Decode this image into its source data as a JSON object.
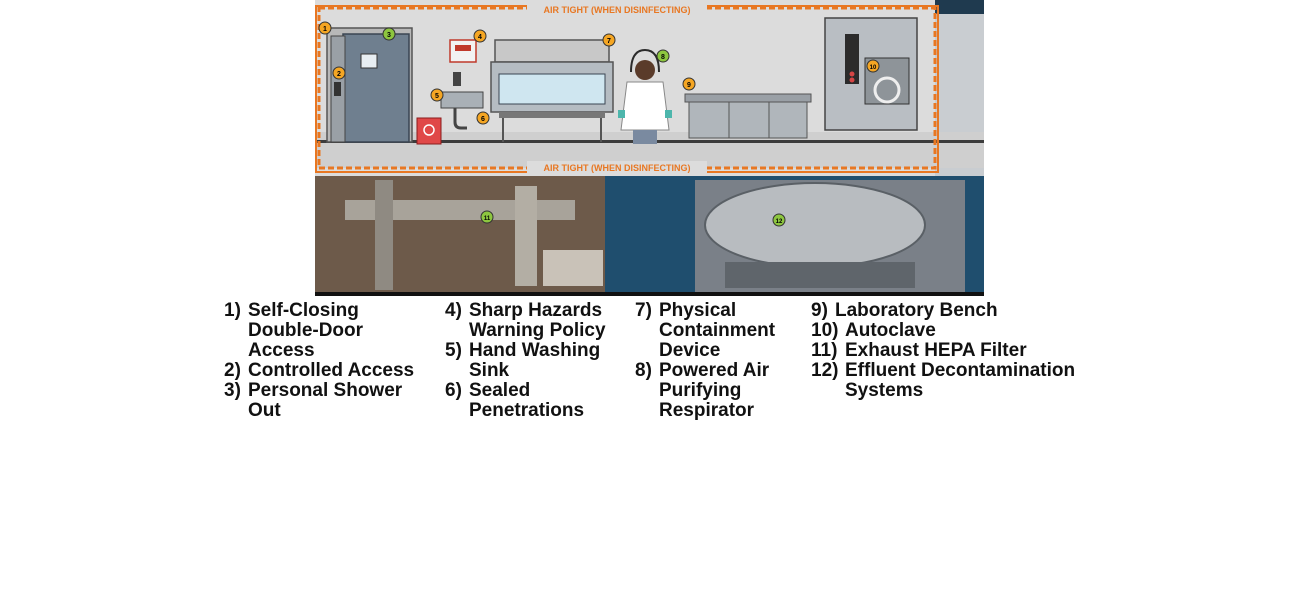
{
  "banner_top": "AIR TIGHT  (WHEN DISINFECTING)",
  "banner_bottom": "AIR TIGHT  (WHEN DISINFECTING)",
  "markers": [
    "1",
    "2",
    "3",
    "4",
    "5",
    "6",
    "7",
    "8",
    "9",
    "10",
    "11",
    "12"
  ],
  "colors": {
    "orange_border": "#e87722",
    "marker_orange": "#f5a623",
    "marker_green": "#8dc63f",
    "wall": "#dcdcdc",
    "lower_blue": "#1f4e6e",
    "floor_line": "#3c3c3c"
  },
  "legend": [
    [
      {
        "num": "1)",
        "lines": [
          "Self-Closing",
          "Double-Door",
          "Access"
        ]
      },
      {
        "num": "2)",
        "lines": [
          "Controlled Access"
        ]
      },
      {
        "num": "3)",
        "lines": [
          "Personal Shower",
          "Out"
        ]
      }
    ],
    [
      {
        "num": "4)",
        "lines": [
          "Sharp Hazards",
          "Warning Policy"
        ]
      },
      {
        "num": "5)",
        "lines": [
          "Hand Washing",
          "Sink"
        ]
      },
      {
        "num": "6)",
        "lines": [
          "Sealed",
          "Penetrations"
        ]
      }
    ],
    [
      {
        "num": "7)",
        "lines": [
          "Physical",
          "Containment",
          "Device"
        ]
      },
      {
        "num": "8)",
        "lines": [
          "Powered Air",
          "Purifying",
          "Respirator"
        ]
      }
    ],
    [
      {
        "num": "9)",
        "lines": [
          "Laboratory Bench"
        ]
      },
      {
        "num": "10)",
        "lines": [
          "Autoclave"
        ]
      },
      {
        "num": "11)",
        "lines": [
          "Exhaust HEPA Filter"
        ]
      },
      {
        "num": "12)",
        "lines": [
          "Effluent Decontamination",
          "Systems"
        ]
      }
    ]
  ]
}
